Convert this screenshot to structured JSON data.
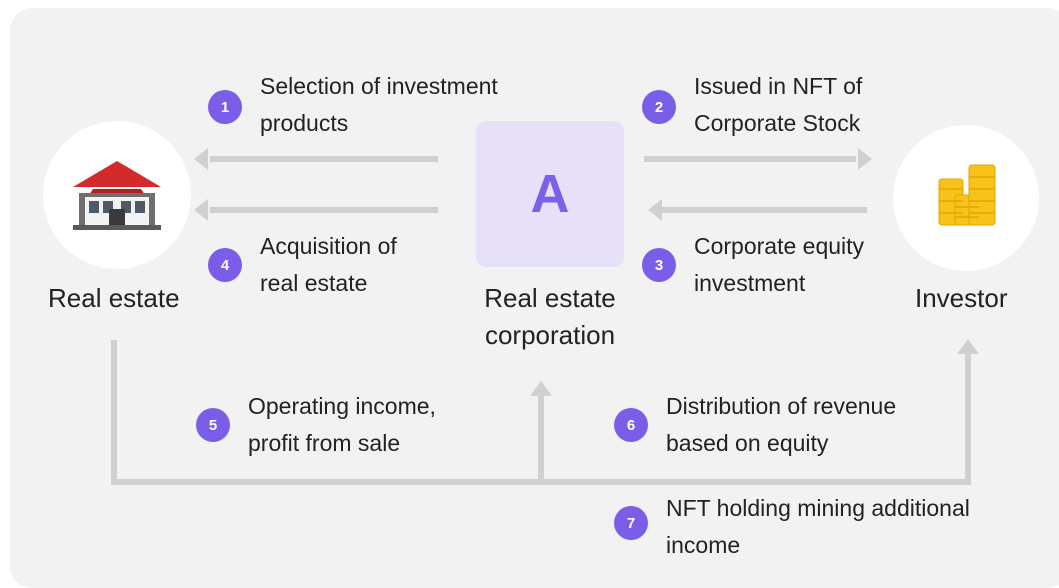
{
  "colors": {
    "badge": "#7a5ee8",
    "panel": "#f2f2f3",
    "corp_box": "#e6e0f8",
    "arrow": "#d0d0d0"
  },
  "nodes": {
    "real_estate": {
      "icon": "house-icon",
      "label": "Real estate"
    },
    "corporation": {
      "letter": "A",
      "label_line1": "Real estate",
      "label_line2": "corporation"
    },
    "investor": {
      "icon": "gold-coins-icon",
      "label": "Investor"
    }
  },
  "steps": [
    {
      "number": "1",
      "line1": "Selection of investment",
      "line2": "products"
    },
    {
      "number": "2",
      "line1": "Issued in NFT of",
      "line2": "Corporate Stock"
    },
    {
      "number": "3",
      "line1": "Corporate equity",
      "line2": "investment"
    },
    {
      "number": "4",
      "line1": "Acquisition of",
      "line2": "real estate"
    },
    {
      "number": "5",
      "line1": "Operating income,",
      "line2": "profit from sale"
    },
    {
      "number": "6",
      "line1": "Distribution of revenue",
      "line2": "based on equity"
    },
    {
      "number": "7",
      "line1": "NFT holding mining additional",
      "line2": "income"
    }
  ]
}
